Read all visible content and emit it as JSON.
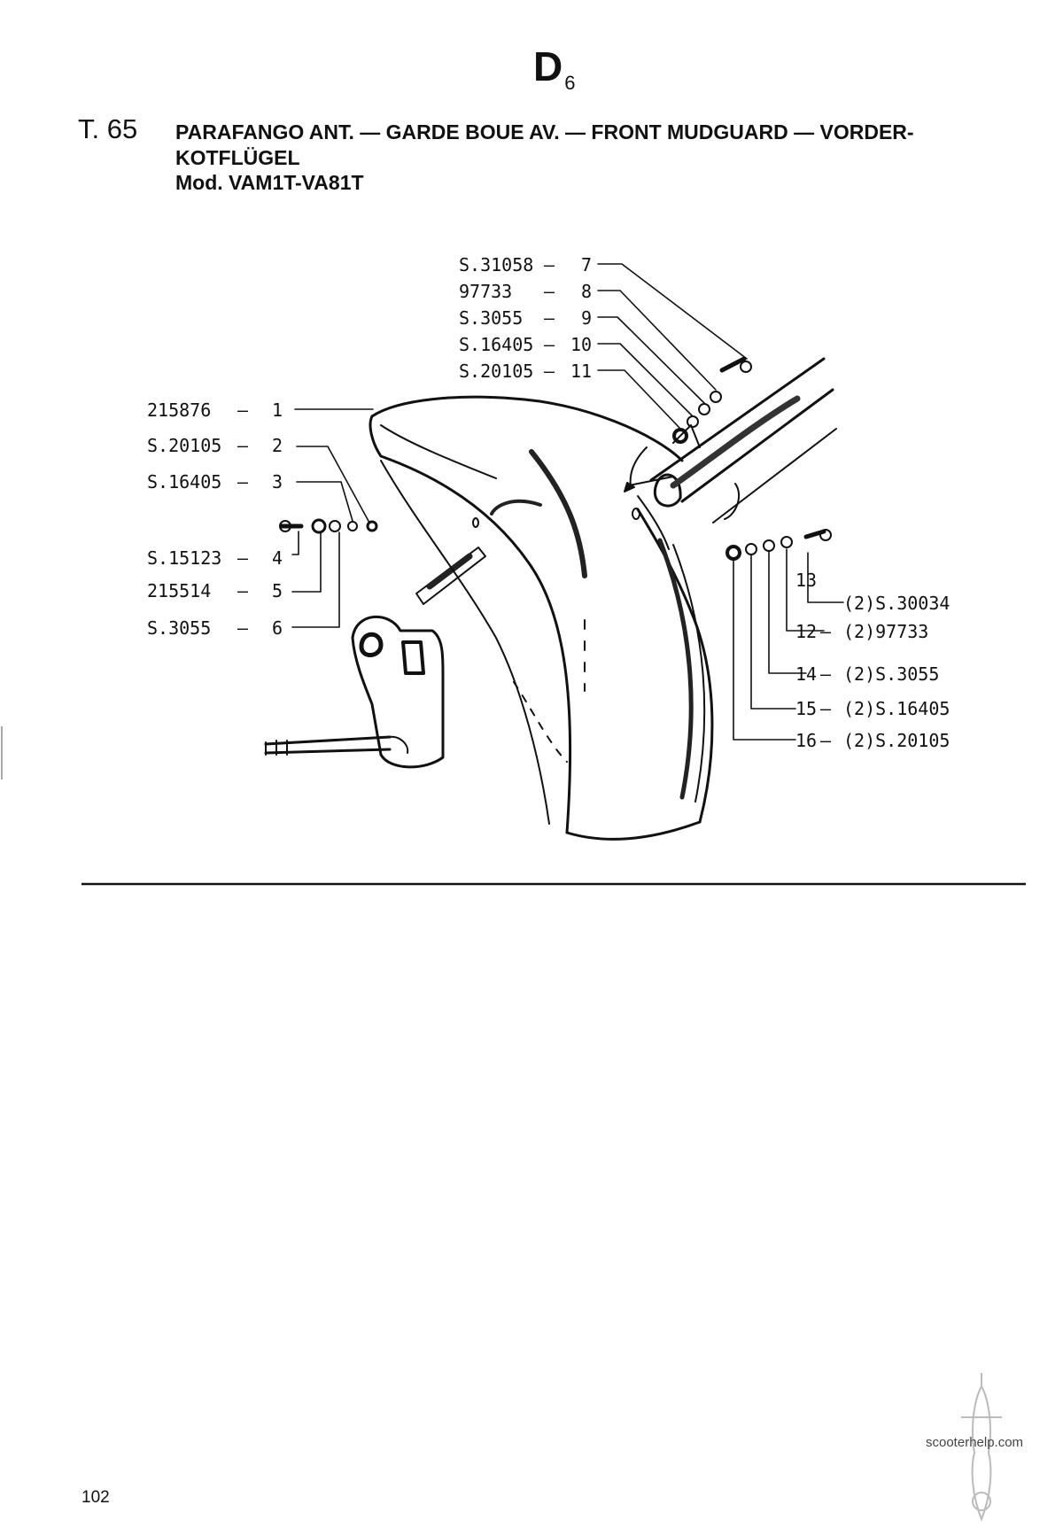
{
  "header": {
    "section_letter": "D",
    "section_index": "6",
    "table_number": "T. 65",
    "title_line_1": "PARAFANGO ANT. — GARDE BOUE AV. — FRONT MUDGUARD — VORDER-",
    "title_line_2": "KOTFLÜGEL",
    "title_line_3": "Mod. VAM1T-VA81T"
  },
  "callouts": {
    "c1": {
      "number": "1",
      "code": "215876"
    },
    "c2": {
      "number": "2",
      "code": "S.20105"
    },
    "c3": {
      "number": "3",
      "code": "S.16405"
    },
    "c4": {
      "number": "4",
      "code": "S.15123"
    },
    "c5": {
      "number": "5",
      "code": "215514"
    },
    "c6": {
      "number": "6",
      "code": "S.3055"
    },
    "c7": {
      "number": "7",
      "code": "S.31058"
    },
    "c8": {
      "number": "8",
      "code": "97733"
    },
    "c9": {
      "number": "9",
      "code": "S.3055"
    },
    "c10": {
      "number": "10",
      "code": "S.16405"
    },
    "c11": {
      "number": "11",
      "code": "S.20105"
    },
    "c13": {
      "number": "13",
      "code": "(2)S.30034"
    },
    "c12": {
      "number": "12",
      "code": "(2)97733"
    },
    "c14": {
      "number": "14",
      "code": "(2)S.3055"
    },
    "c15": {
      "number": "15",
      "code": "(2)S.16405"
    },
    "c16": {
      "number": "16",
      "code": "(2)S.20105"
    }
  },
  "footer": {
    "page_number": "102",
    "watermark": "scooterhelp.com"
  }
}
